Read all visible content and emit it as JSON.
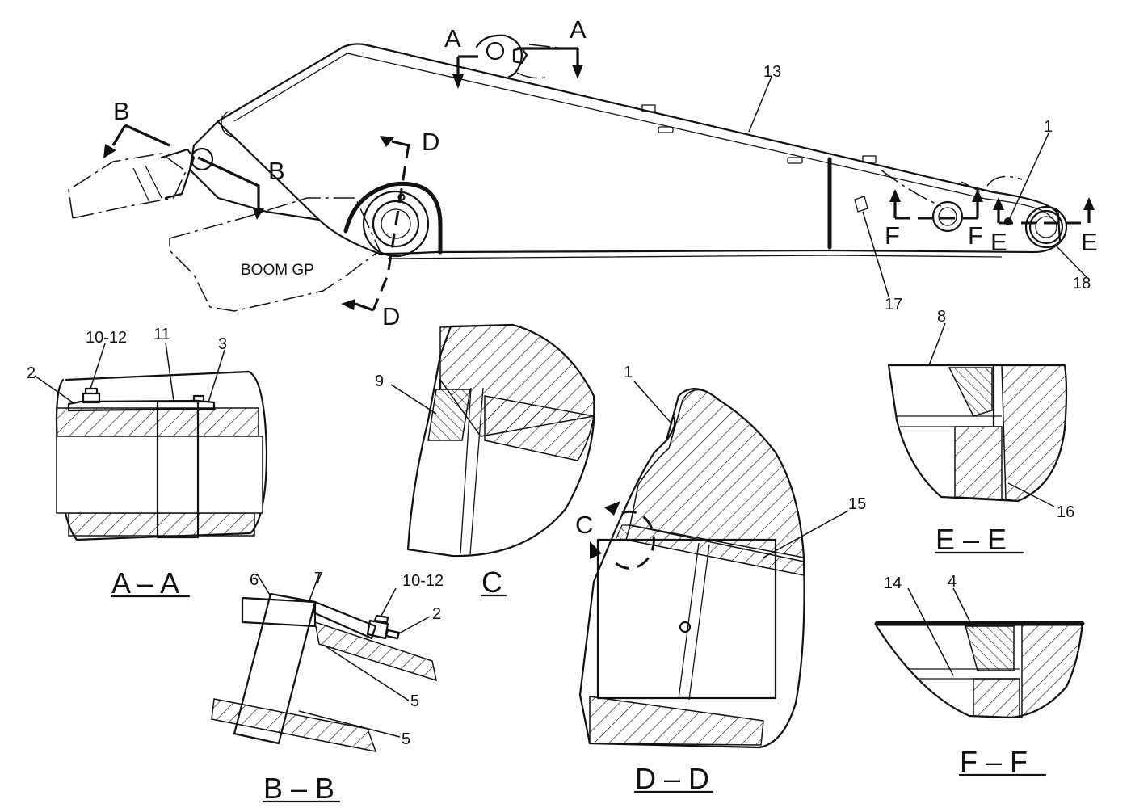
{
  "callouts": {
    "c1_top": "1",
    "c13": "13",
    "c17": "17",
    "c18": "18",
    "c2_aa": "2",
    "c10_12_aa": "10-12",
    "c11": "11",
    "c3": "3",
    "c6": "6",
    "c7": "7",
    "c10_12_bb": "10-12",
    "c2_bb": "2",
    "c5_a": "5",
    "c5_b": "5",
    "c9": "9",
    "c1_dd": "1",
    "c15": "15",
    "c8": "8",
    "c16": "16",
    "c14": "14",
    "c4": "4"
  },
  "section_letters": {
    "a_left": "A",
    "a_right": "A",
    "b_top": "B",
    "b_mid": "B",
    "d_top": "D",
    "d_bottom": "D",
    "f_left": "F",
    "f_right": "F",
    "e_left": "E",
    "e_right": "E",
    "c_detail": "C"
  },
  "view_labels": {
    "aa": "A – A",
    "bb": "B – B",
    "c": "C",
    "dd": "D – D",
    "ee": "E – E",
    "ff": "F – F"
  },
  "boom_label": "BOOM GP"
}
